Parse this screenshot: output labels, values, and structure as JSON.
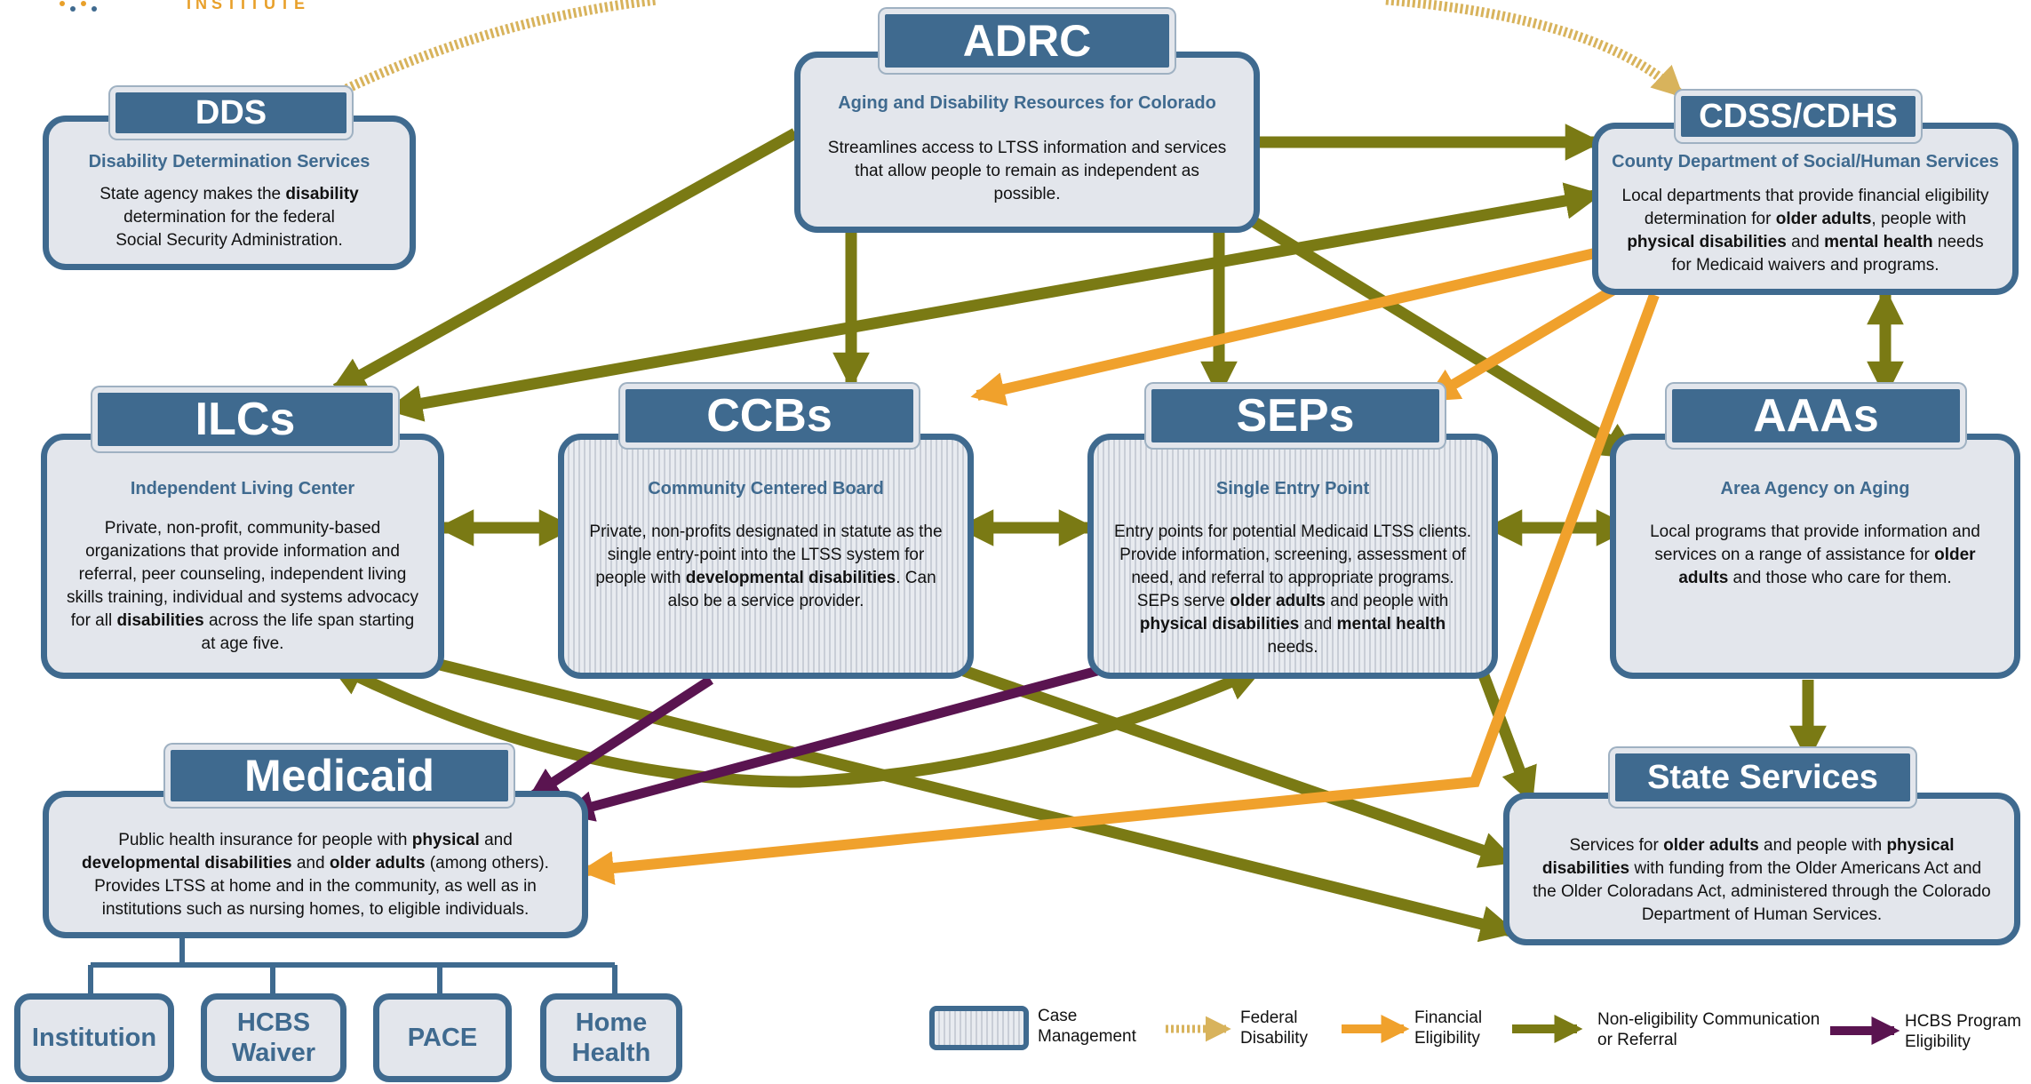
{
  "logo": {
    "text": "INSTITUTE"
  },
  "colors": {
    "box_border": "#3f6a8f",
    "box_fill": "#e3e6ec",
    "noneligibility": "#7a7a14",
    "financial": "#f0a12c",
    "federal": "#d8b35c",
    "hcbs": "#5a1450"
  },
  "nodes": {
    "adrc": {
      "title": "ADRC",
      "subtitle": "Aging and Disability Resources for Colorado",
      "desc": "Streamlines access to LTSS information and services that allow people to remain as independent as possible."
    },
    "dds": {
      "title": "DDS",
      "subtitle": "Disability Determination Services",
      "desc": "State agency makes the <b>disability</b> determination for the federal Social Security Administration."
    },
    "cdss": {
      "title": "CDSS/CDHS",
      "subtitle": "County Department of Social/Human Services",
      "desc": "Local departments that provide financial eligibility determination for <b>older adults</b>, people with <b>physical disabilities</b> and <b>mental health</b> needs for Medicaid waivers and programs."
    },
    "ilcs": {
      "title": "ILCs",
      "subtitle": "Independent Living Center",
      "desc": "Private, non-profit, community-based organizations that provide information and referral, peer counseling, independent living skills training, individual and systems advocacy for all <b>disabilities</b> across the life span starting at age five."
    },
    "ccbs": {
      "title": "CCBs",
      "subtitle": "Community Centered Board",
      "desc": "Private, non-profits designated in statute as the single entry-point into the LTSS system for people with <b>developmental disabilities</b>. Can also be a service provider."
    },
    "seps": {
      "title": "SEPs",
      "subtitle": "Single Entry Point",
      "desc": "Entry points for potential Medicaid LTSS clients. Provide information, screening, assessment of need, and referral to appropriate programs. SEPs serve <b>older adults</b> and people with <b>physical disabilities</b> and <b>mental health</b> needs."
    },
    "aaas": {
      "title": "AAAs",
      "subtitle": "Area Agency on Aging",
      "desc": "Local programs that provide information and services on a range of assistance for <b>older adults</b> and those who care for them."
    },
    "medicaid": {
      "title": "Medicaid",
      "desc": "Public health insurance for people with <b>physical</b> and <b>developmental disabilities</b> and <b>older adults</b> (among others). Provides LTSS at home and in the community, as well as in institutions such as nursing homes, to eligible individuals."
    },
    "state": {
      "title": "State Services",
      "desc": "Services for <b>older adults</b> and people with <b>physical disabilities</b> with funding from the Older Americans Act and the Older Coloradans Act, administered through the Colorado Department of Human Services."
    }
  },
  "medicaid_children": [
    "Institution",
    "HCBS Waiver",
    "PACE",
    "Home Health"
  ],
  "legend": {
    "case_management": "Case Management",
    "federal_disability": "Federal Disability",
    "financial_eligibility": "Financial Eligibility",
    "noneligibility": "Non-eligibility Communication or Referral",
    "hcbs": "HCBS Program Eligibility"
  }
}
